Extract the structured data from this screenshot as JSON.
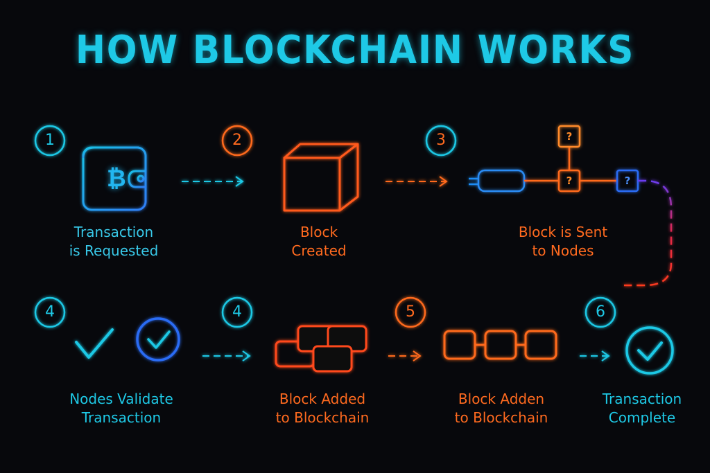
{
  "title": "HOW BLOCKCHAIN WORKS",
  "colors": {
    "cyan": "#1ec9e6",
    "blue": "#2a8cf5",
    "orange": "#ff5a1f",
    "amber": "#ff8a2a",
    "purple": "#6b3cf0",
    "background": "#07080c"
  },
  "steps": [
    {
      "number": "1",
      "icon": "bitcoin-wallet-icon",
      "line1": "Transaction",
      "line2": "is Requested"
    },
    {
      "number": "2",
      "icon": "cube-block-icon",
      "line1": "Block",
      "line2": "Created"
    },
    {
      "number": "3",
      "icon": "node-network-icon",
      "line1": "Block is Sent",
      "line2": "to Nodes",
      "unknown_marks": [
        "?",
        "?",
        "?"
      ]
    },
    {
      "number": "4",
      "icon": "checkmark-icon",
      "line1": "Nodes Validate",
      "line2": "Transaction"
    },
    {
      "number": "4",
      "icon": "stacked-blocks-icon",
      "line1": "Block Added",
      "line2": "to Blockchain"
    },
    {
      "number": "5",
      "icon": "chain-blocks-icon",
      "line1": "Block Adden",
      "line2": "to Blockchain"
    },
    {
      "number": "6",
      "icon": "check-circle-icon",
      "line1": "Transaction",
      "line2": "Complete"
    }
  ],
  "bitcoin_symbol": "₿"
}
